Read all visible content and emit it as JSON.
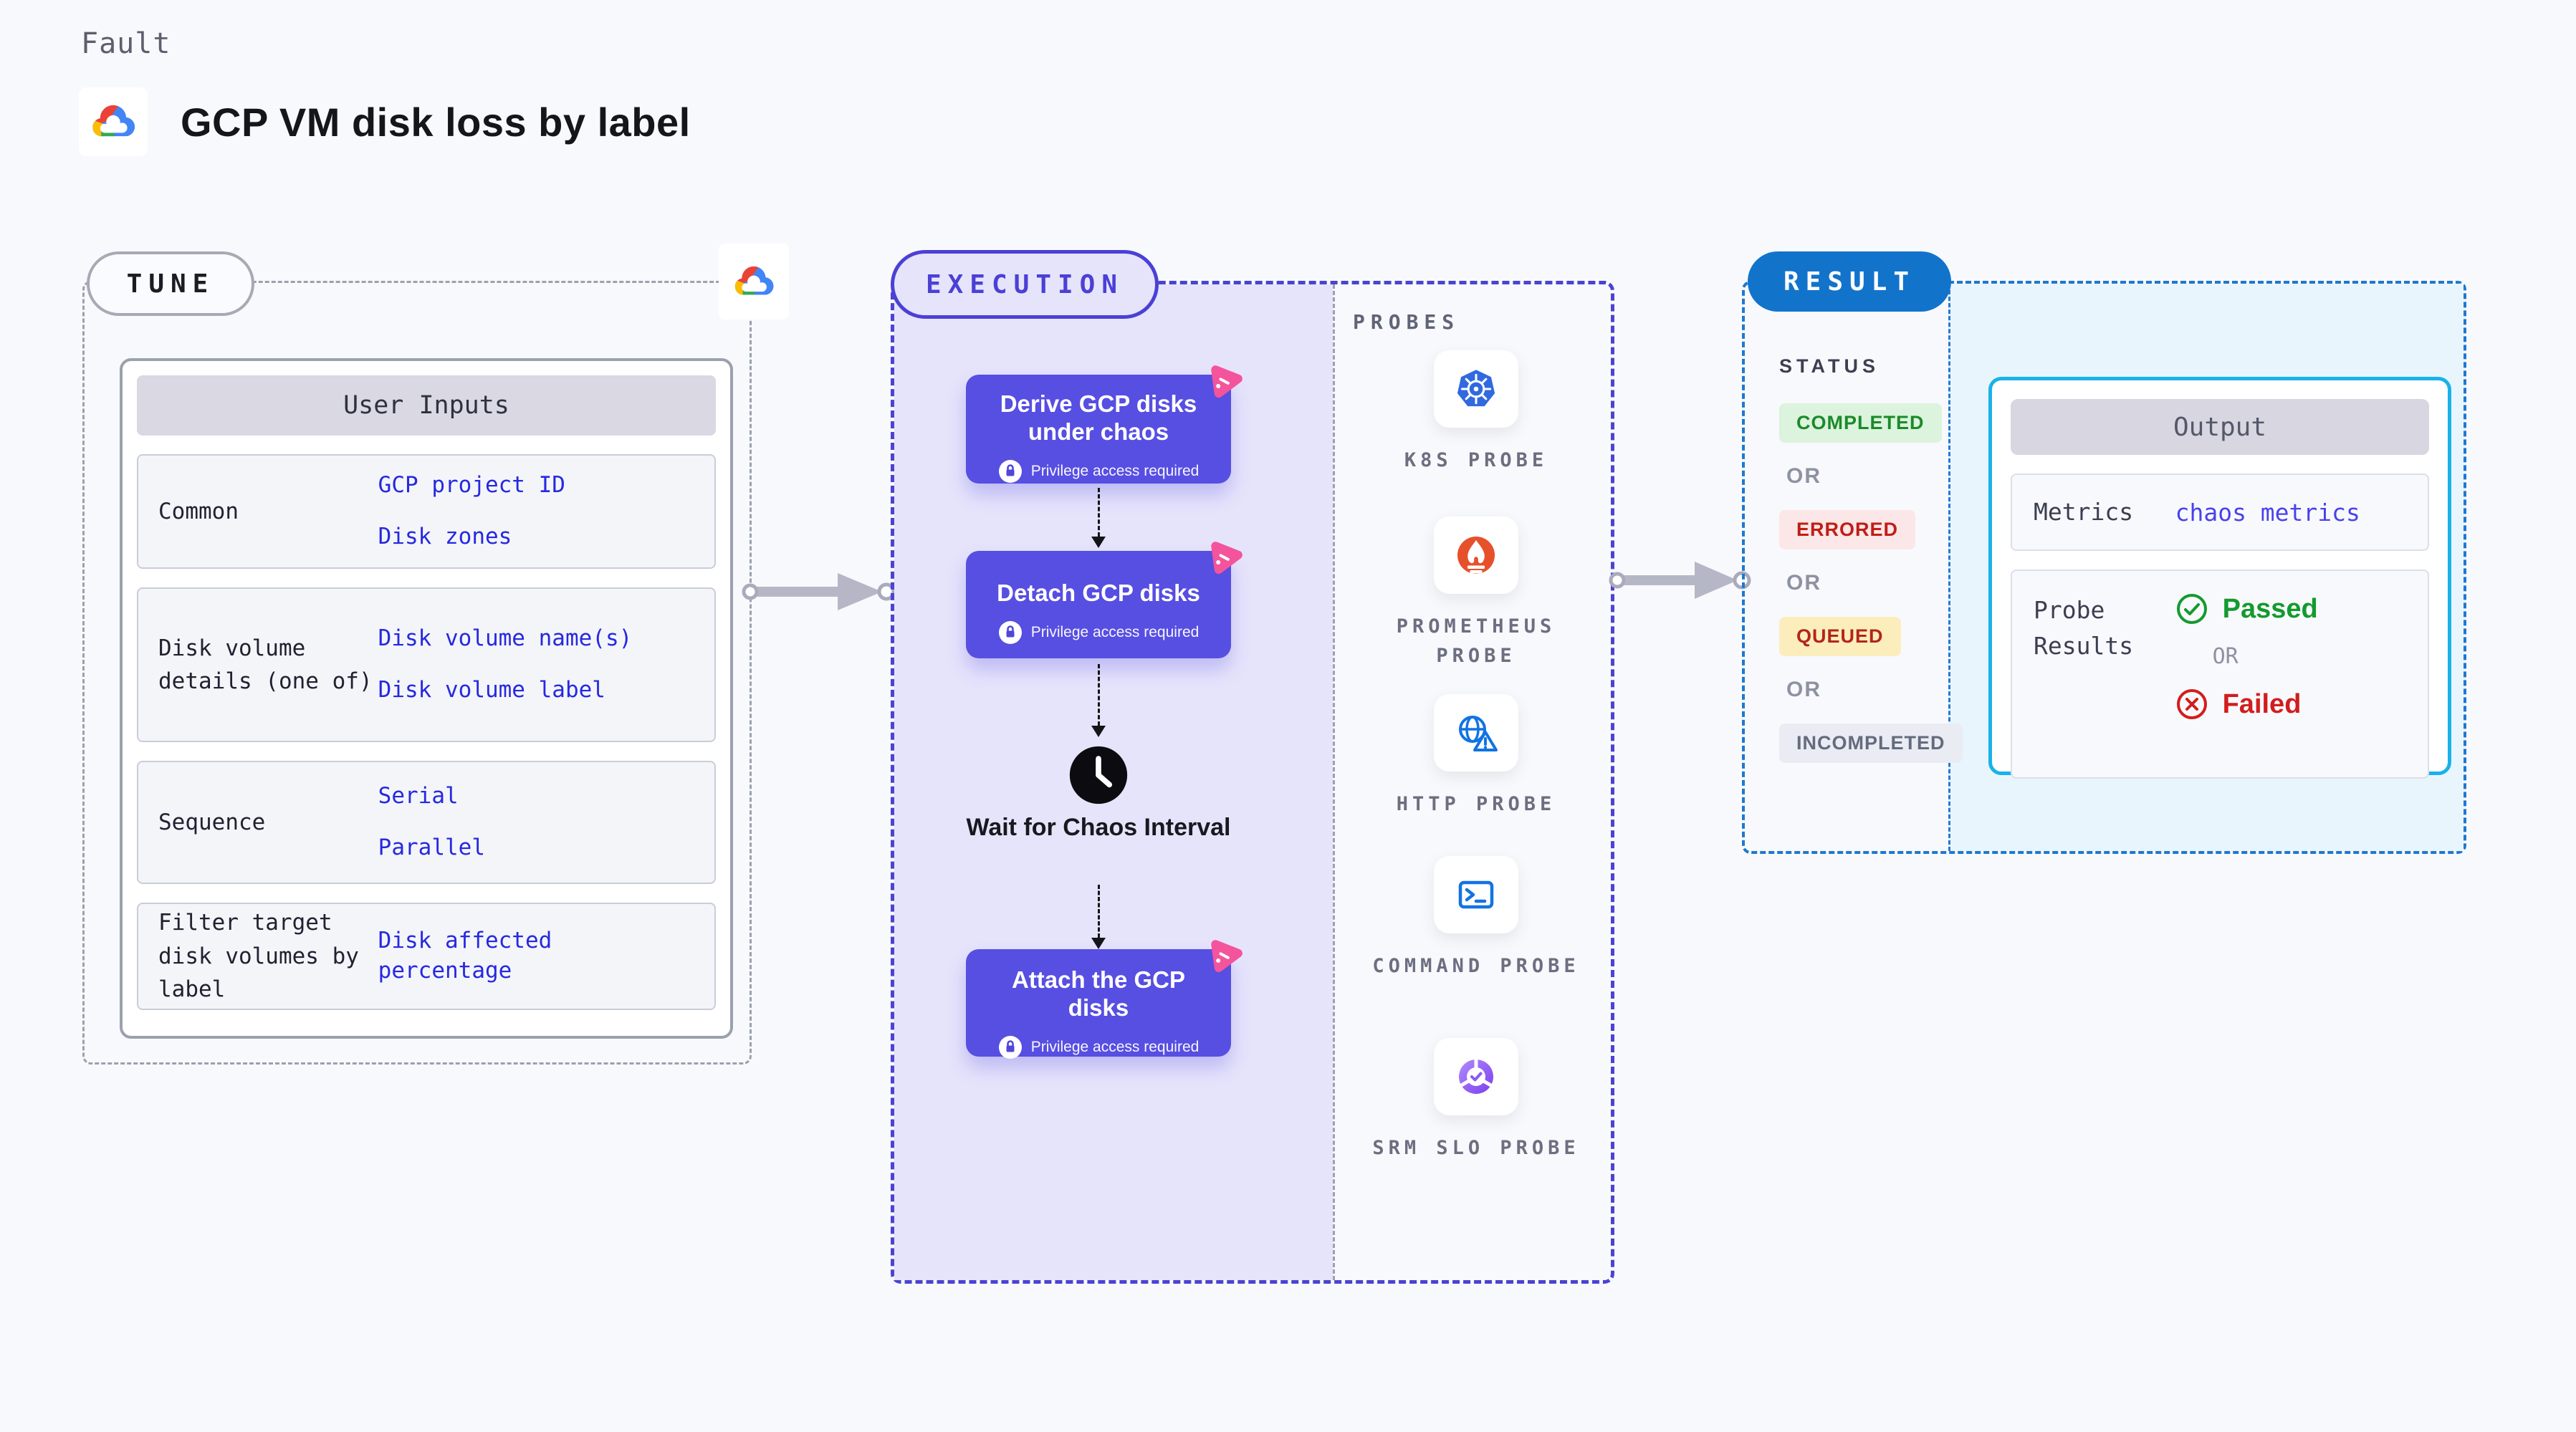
{
  "page": {
    "kicker": "Fault",
    "title": "GCP VM disk loss by label"
  },
  "tune": {
    "badge": "TUNE",
    "user_inputs": {
      "header": "User Inputs",
      "rows": [
        {
          "label": "Common",
          "values": [
            "GCP project ID",
            "Disk zones"
          ]
        },
        {
          "label": "Disk volume details (one of)",
          "values": [
            "Disk volume name(s)",
            "Disk volume label"
          ]
        },
        {
          "label": "Sequence",
          "values": [
            "Serial",
            "Parallel"
          ]
        },
        {
          "label": "Filter target disk volumes by label",
          "values": [
            "Disk affected percentage"
          ]
        }
      ]
    }
  },
  "execution": {
    "badge": "EXECUTION",
    "steps": [
      "Derive GCP disks under chaos",
      "Detach GCP disks",
      "Attach the GCP disks"
    ],
    "privilege_note": "Privilege access required",
    "wait_label": "Wait for Chaos Interval"
  },
  "probes": {
    "heading": "PROBES",
    "items": [
      {
        "name": "K8S PROBE",
        "icon": "kubernetes-icon"
      },
      {
        "name": "PROMETHEUS PROBE",
        "icon": "prometheus-icon"
      },
      {
        "name": "HTTP PROBE",
        "icon": "http-globe-warning-icon"
      },
      {
        "name": "COMMAND PROBE",
        "icon": "terminal-icon"
      },
      {
        "name": "SRM SLO PROBE",
        "icon": "slo-gauge-check-icon"
      }
    ]
  },
  "result": {
    "badge": "RESULT",
    "status": {
      "heading": "STATUS",
      "completed": "COMPLETED",
      "errored": "ERRORED",
      "queued": "QUEUED",
      "incompleted": "INCOMPLETED",
      "or": "OR"
    },
    "output": {
      "header": "Output",
      "metrics_label": "Metrics",
      "metrics_value": "chaos metrics",
      "probe_results_label": "Probe Results",
      "passed": "Passed",
      "or": "OR",
      "failed": "Failed"
    }
  },
  "colors": {
    "accent_indigo": "#574ee2",
    "execution_fill": "#e6e4fb",
    "result_blue": "#1273cb",
    "output_border_cyan": "#19b2e9",
    "value_blue": "#2629df",
    "passed_green": "#149a2e",
    "failed_red": "#d21d1d",
    "queued_yellow_bg": "#fceebc",
    "chaos_pink": "#f4549b"
  }
}
